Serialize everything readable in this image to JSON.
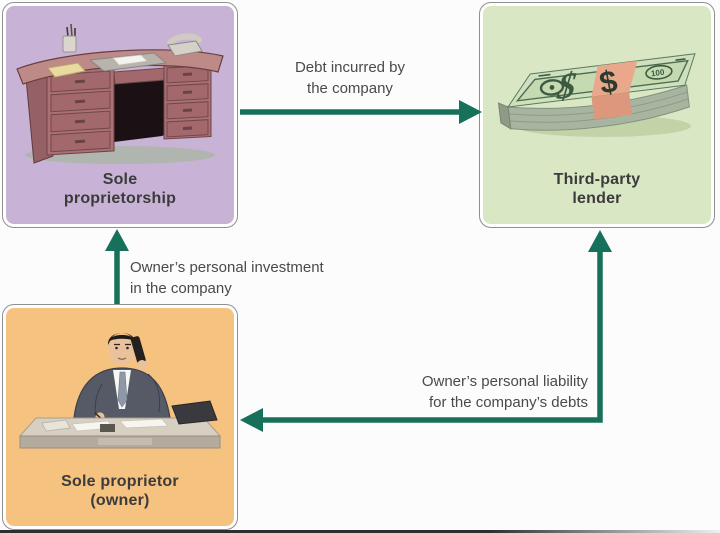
{
  "diagram": {
    "boxes": [
      {
        "name": "sole-proprietorship",
        "label_line1": "Sole",
        "label_line2": "proprietorship",
        "fill": "#c8b3d6",
        "illustration": "desk-icon"
      },
      {
        "name": "third-party-lender",
        "label_line1": "Third-party",
        "label_line2": "lender",
        "fill": "#dae7c5",
        "illustration": "money-stack-icon"
      },
      {
        "name": "sole-proprietor-owner",
        "label_line1": "Sole proprietor",
        "label_line2": "(owner)",
        "fill": "#f6c280",
        "illustration": "businessman-on-phone-icon"
      }
    ],
    "arrows": [
      {
        "name": "debt-arrow",
        "from": "sole-proprietorship",
        "to": "third-party-lender",
        "direction": "right",
        "label_line1": "Debt incurred by",
        "label_line2": "the company"
      },
      {
        "name": "investment-arrow",
        "from": "sole-proprietor-owner",
        "to": "sole-proprietorship",
        "direction": "up",
        "label_line1": "Owner’s personal investment",
        "label_line2": "in the company"
      },
      {
        "name": "liability-arrow",
        "from": "third-party-lender",
        "to": "sole-proprietor-owner",
        "direction": "down-then-left",
        "label_line1": "Owner’s personal liability",
        "label_line2": "for the company’s debts"
      }
    ],
    "colors": {
      "arrow": "#17705a",
      "box_border": "#8f8f8f",
      "box_label_text": "#3b3b3b",
      "arrow_label_text": "#4a4a4a",
      "background": "#fcfcfc",
      "bottom_bar": "#2e2e2e"
    }
  }
}
